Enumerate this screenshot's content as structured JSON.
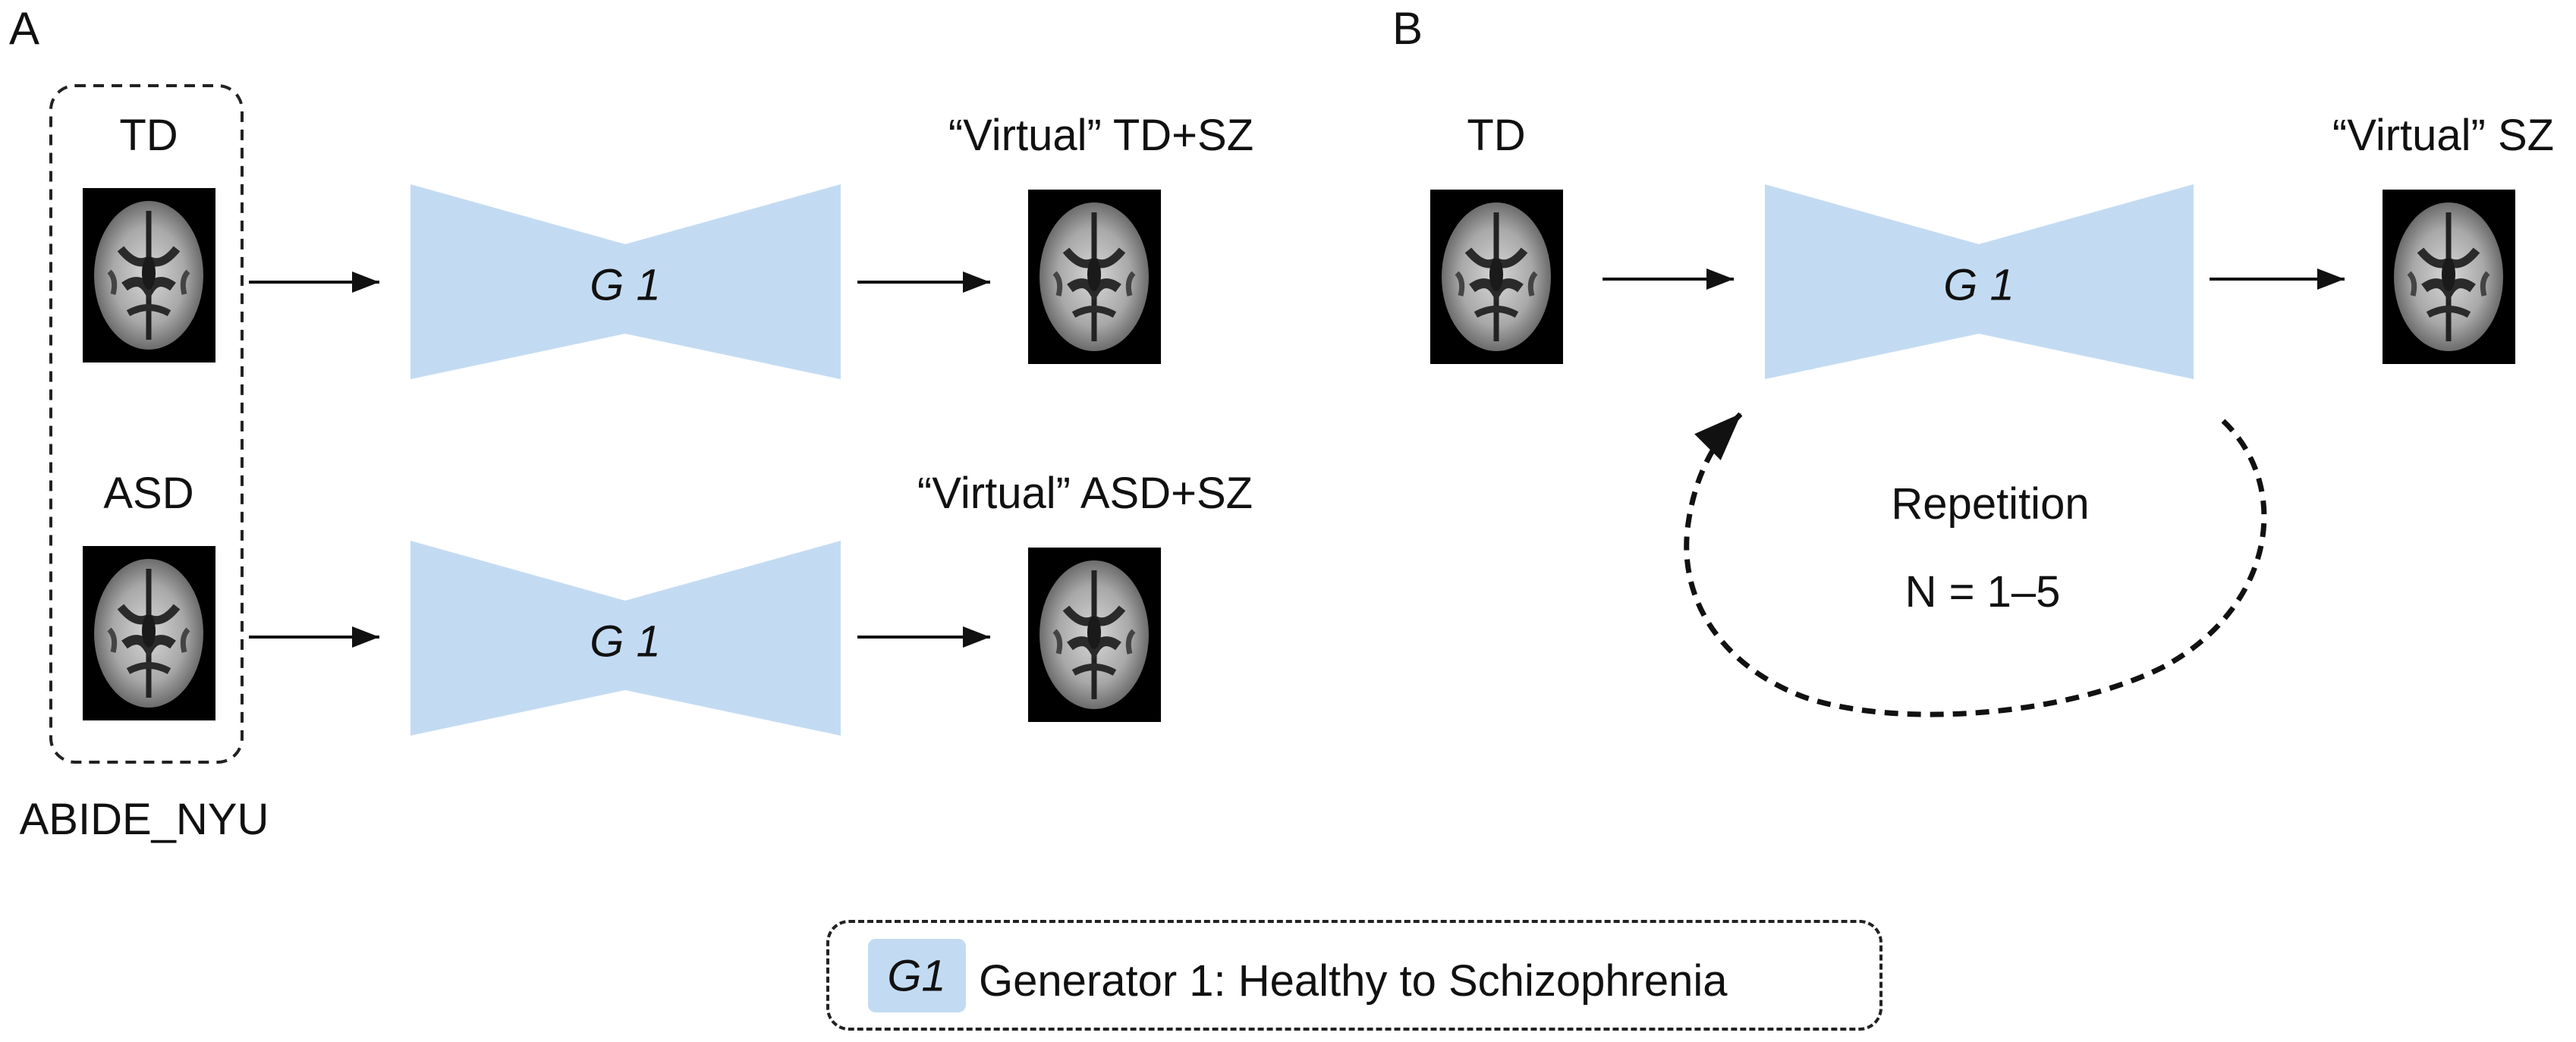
{
  "panels": {
    "a": "A",
    "b": "B"
  },
  "panel_a": {
    "group_labels": [
      "TD",
      "ASD"
    ],
    "dataset_label": "ABIDE_NYU",
    "generator_labels": [
      "G 1",
      "G 1"
    ],
    "output_labels": [
      "“Virtual” TD+SZ",
      "“Virtual” ASD+SZ"
    ]
  },
  "panel_b": {
    "input_label": "TD",
    "generator_label": "G 1",
    "output_label": "“Virtual” SZ",
    "repetition_label": "Repetition",
    "repetition_count": "N = 1–5"
  },
  "legend": {
    "symbol": "G1",
    "text": "Generator 1: Healthy to Schizophrenia"
  },
  "colors": {
    "generator_fill": "#c3dbf2",
    "arrow": "#111111",
    "brain_background": "#000000"
  },
  "icons": {
    "generator": "hourglass-generator-icon",
    "scan": "brain-mri-icon"
  }
}
